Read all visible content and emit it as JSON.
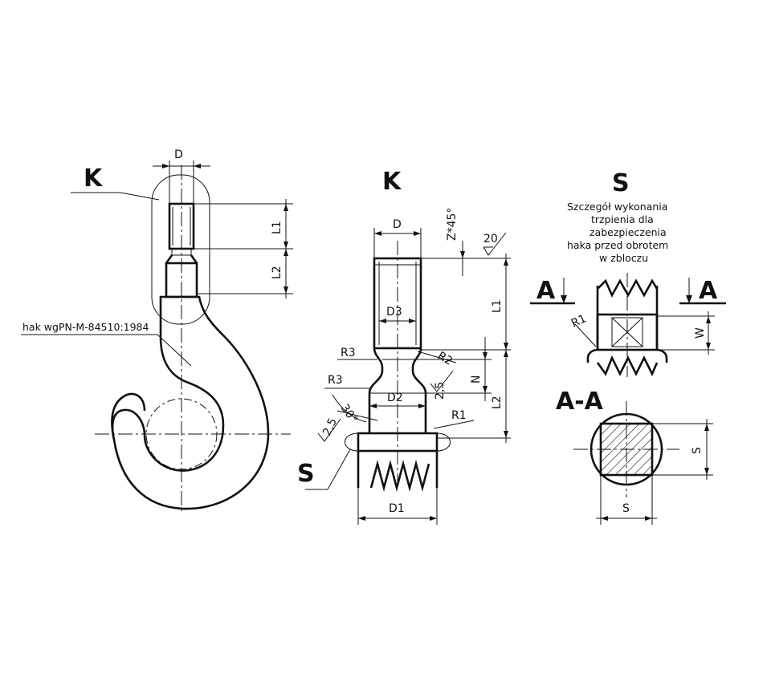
{
  "labels": {
    "hook_view": "K",
    "detail_k": "K",
    "detail_s": "S",
    "section_mark_left": "A",
    "section_mark_right": "A",
    "section_aa": "A-A",
    "s_marker": "S",
    "standard": "hak wgPN-M-84510:1984",
    "note_lines": [
      "Szczegół wykonania",
      "trzpienia dla",
      "zabezpieczenia",
      "haka przed obrotem",
      "w zbloczu"
    ]
  },
  "dims": {
    "hook_D": "D",
    "hook_L1": "L1",
    "hook_L2": "L2",
    "k_D": "D",
    "k_chamfer": "Z*45°",
    "k_rough": "20",
    "k_L1": "L1",
    "k_L2": "L2",
    "k_D3": "D3",
    "k_D2": "D2",
    "k_D1": "D1",
    "k_N": "N",
    "k_R1": "R1",
    "k_R2": "R2",
    "k_R3a": "R3",
    "k_R3b": "R3",
    "k_angle": "30°",
    "k_25a": "2,5",
    "k_25b": "2,5",
    "s_R1": "R1",
    "s_W": "W",
    "aa_S_horiz": "S",
    "aa_S_vert": "S"
  }
}
